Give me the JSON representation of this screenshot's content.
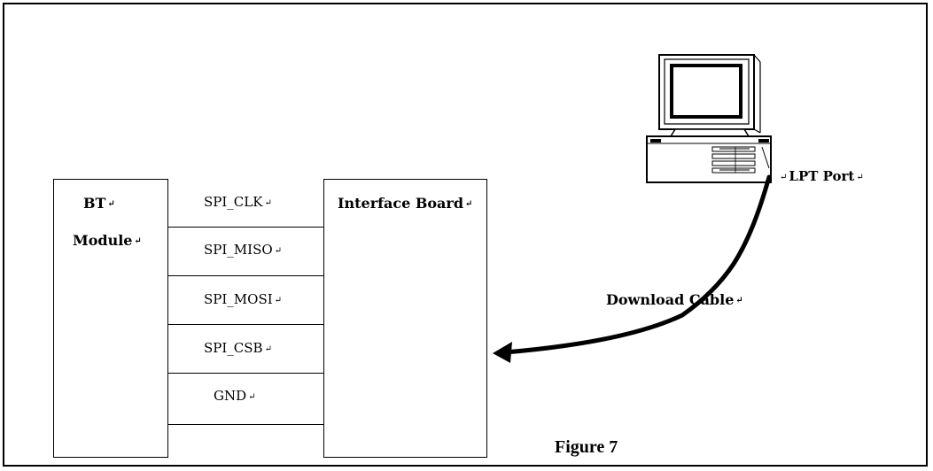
{
  "bt_module": {
    "line1": "BT",
    "line2": "Module"
  },
  "interface_board": {
    "label": "Interface Board"
  },
  "signals": [
    "SPI_CLK",
    "SPI_MISO",
    "SPI_MOSI",
    "SPI_CSB",
    "GND"
  ],
  "lpt_port": {
    "label": "LPT Port"
  },
  "download_cable": {
    "label": "Download Cable"
  },
  "figure_caption": "Figure 7",
  "return_mark": "↵"
}
